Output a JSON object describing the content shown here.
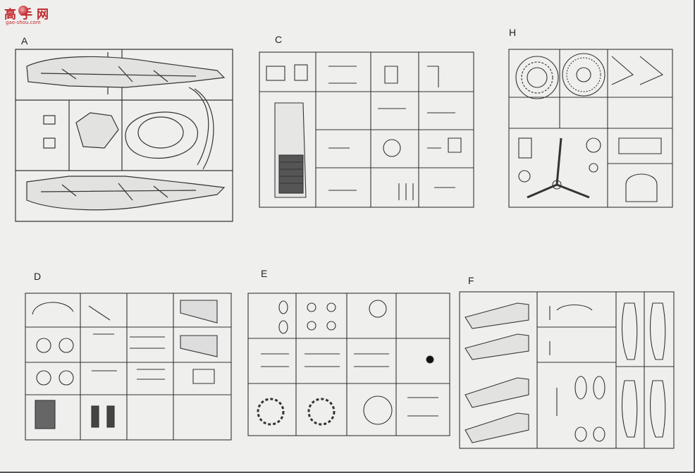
{
  "logo": {
    "text": "高手网",
    "url_text": "gao-shou.com"
  },
  "sprues": {
    "A": {
      "letter": "A"
    },
    "C": {
      "letter": "C"
    },
    "H": {
      "letter": "H"
    },
    "D": {
      "letter": "D"
    },
    "E": {
      "letter": "E"
    },
    "F": {
      "letter": "F"
    }
  }
}
